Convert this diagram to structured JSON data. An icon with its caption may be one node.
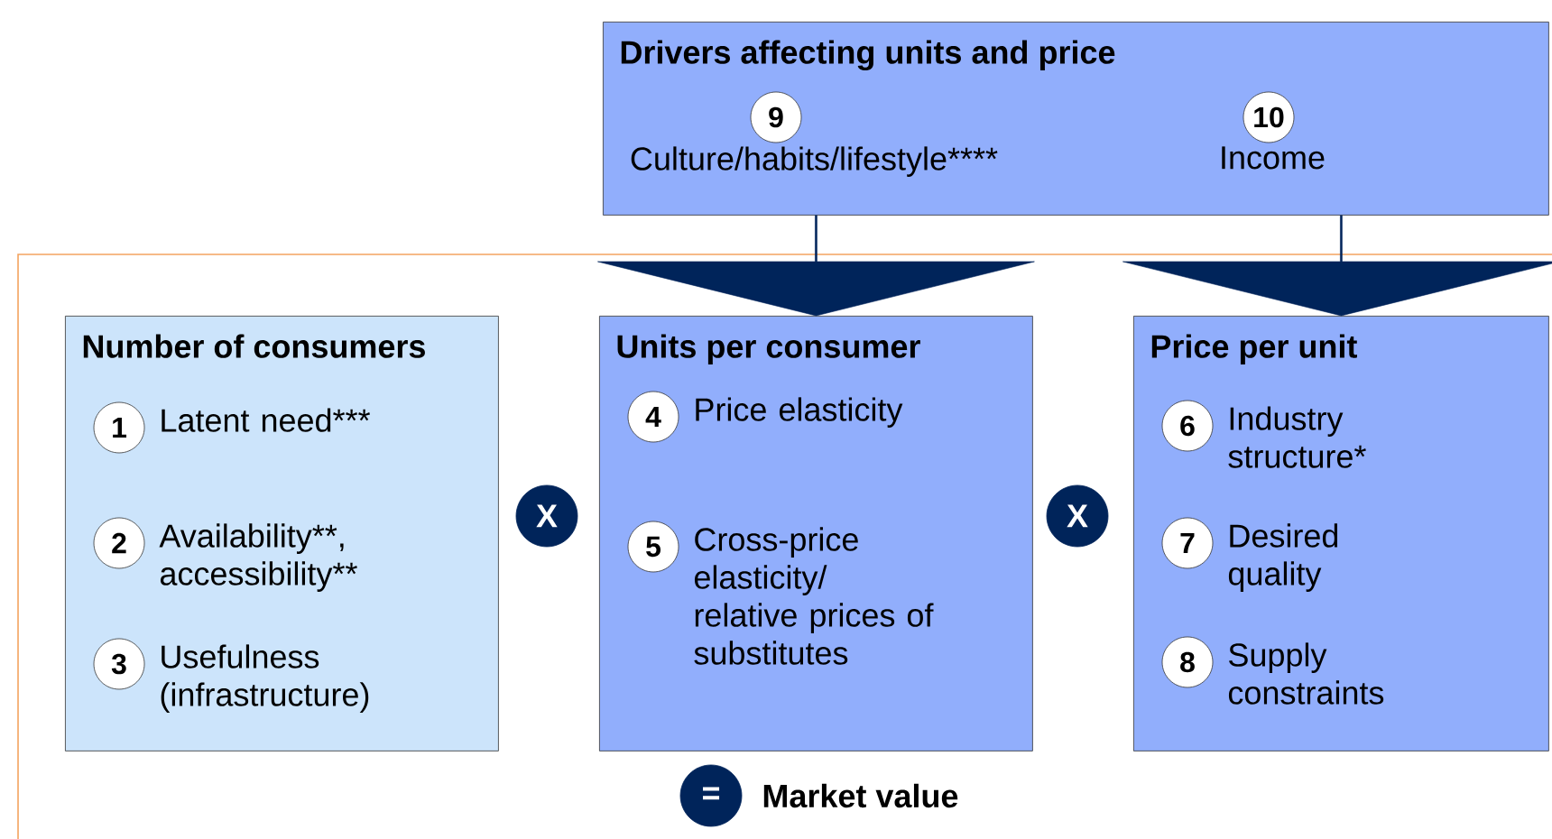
{
  "diagram": {
    "nodes": [
      {
        "text": [
          "Drivers affecting units and price"
        ]
      },
      {
        "text": [
          "9"
        ],
        "beside": [
          "Culture/habits/lifestyle****"
        ],
        "in": 0
      },
      {
        "text": [
          "10"
        ],
        "beside": [
          "Income"
        ],
        "in": 0
      },
      {
        "text": [
          "Number of consumers"
        ]
      },
      {
        "text": [
          "1"
        ],
        "beside": [
          "Latent need***"
        ],
        "in": 3
      },
      {
        "text": [
          "2"
        ],
        "beside": [
          "Availability**,",
          "accessibility**"
        ],
        "in": 3
      },
      {
        "text": [
          "3"
        ],
        "beside": [
          "Usefulness (infrastructure)"
        ],
        "in": 3
      },
      {
        "text": [
          "Units per consumer"
        ]
      },
      {
        "text": [
          "4"
        ],
        "beside": [
          "Price elasticity"
        ],
        "in": 7
      },
      {
        "text": [
          "5"
        ],
        "beside": [
          "Cross-price elasticity/ relative prices of substitutes"
        ],
        "in": 7
      },
      {
        "text": [
          "Price per unit"
        ]
      },
      {
        "text": [
          "6"
        ],
        "beside": [
          "Industry structure*"
        ],
        "in": 10
      },
      {
        "text": [
          "7"
        ],
        "beside": [
          "Desired quality"
        ],
        "in": 10
      },
      {
        "text": [
          "8"
        ],
        "beside": [
          "Supply constraints"
        ],
        "in": 10
      },
      {
        "text": [
          "X"
        ]
      },
      {
        "text": [
          "X"
        ]
      },
      {
        "text": [
          "="
        ],
        "beside": [
          "Market value"
        ]
      }
    ],
    "edges": [
      {
        "from": 0,
        "to": 7,
        "arrow": "to"
      },
      {
        "from": 0,
        "to": 10,
        "arrow": "to"
      }
    ]
  }
}
